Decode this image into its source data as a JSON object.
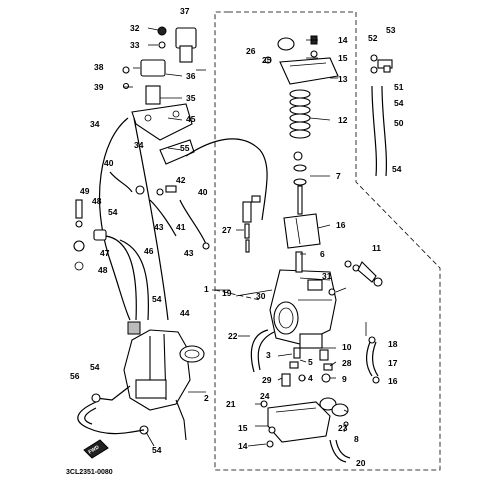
{
  "callouts": [
    {
      "id": "c32",
      "text": "32"
    },
    {
      "id": "c33",
      "text": "33"
    },
    {
      "id": "c37",
      "text": "37"
    },
    {
      "id": "c38",
      "text": "38"
    },
    {
      "id": "c39",
      "text": "39"
    },
    {
      "id": "c36",
      "text": "36"
    },
    {
      "id": "c35",
      "text": "35"
    },
    {
      "id": "c45",
      "text": "45"
    },
    {
      "id": "c34a",
      "text": "34"
    },
    {
      "id": "c34b",
      "text": "34"
    },
    {
      "id": "c55",
      "text": "55"
    },
    {
      "id": "c40a",
      "text": "40"
    },
    {
      "id": "c42",
      "text": "42"
    },
    {
      "id": "c40b",
      "text": "40"
    },
    {
      "id": "c49",
      "text": "49"
    },
    {
      "id": "c48",
      "text": "48"
    },
    {
      "id": "c54a",
      "text": "54"
    },
    {
      "id": "c43a",
      "text": "43"
    },
    {
      "id": "c41",
      "text": "41"
    },
    {
      "id": "c47",
      "text": "47"
    },
    {
      "id": "c46",
      "text": "46"
    },
    {
      "id": "c48b",
      "text": "48"
    },
    {
      "id": "c43b",
      "text": "43"
    },
    {
      "id": "c27",
      "text": "27"
    },
    {
      "id": "c26",
      "text": "26"
    },
    {
      "id": "c14a",
      "text": "14"
    },
    {
      "id": "c25",
      "text": "25"
    },
    {
      "id": "c15a",
      "text": "15"
    },
    {
      "id": "c13",
      "text": "13"
    },
    {
      "id": "c12",
      "text": "12"
    },
    {
      "id": "c7",
      "text": "7"
    },
    {
      "id": "c16",
      "text": "16"
    },
    {
      "id": "c53",
      "text": "53"
    },
    {
      "id": "c52",
      "text": "52"
    },
    {
      "id": "c51",
      "text": "51"
    },
    {
      "id": "c54b",
      "text": "54"
    },
    {
      "id": "c50",
      "text": "50"
    },
    {
      "id": "c54c",
      "text": "54"
    },
    {
      "id": "c6",
      "text": "6"
    },
    {
      "id": "c11",
      "text": "11"
    },
    {
      "id": "c31",
      "text": "31"
    },
    {
      "id": "c1",
      "text": "1"
    },
    {
      "id": "c19",
      "text": "19"
    },
    {
      "id": "c30",
      "text": "30"
    },
    {
      "id": "c54d",
      "text": "54"
    },
    {
      "id": "c44",
      "text": "44"
    },
    {
      "id": "c22",
      "text": "22"
    },
    {
      "id": "c18",
      "text": "18"
    },
    {
      "id": "c10",
      "text": "10"
    },
    {
      "id": "c3",
      "text": "3"
    },
    {
      "id": "c5",
      "text": "5"
    },
    {
      "id": "c28",
      "text": "28"
    },
    {
      "id": "c17",
      "text": "17"
    },
    {
      "id": "c29",
      "text": "29"
    },
    {
      "id": "c4",
      "text": "4"
    },
    {
      "id": "c9",
      "text": "9"
    },
    {
      "id": "c16b",
      "text": "16"
    },
    {
      "id": "c54e",
      "text": "54"
    },
    {
      "id": "c56",
      "text": "56"
    },
    {
      "id": "c2",
      "text": "2"
    },
    {
      "id": "c21",
      "text": "21"
    },
    {
      "id": "c24",
      "text": "24"
    },
    {
      "id": "c8",
      "text": "8"
    },
    {
      "id": "c23",
      "text": "23"
    },
    {
      "id": "c15b",
      "text": "15"
    },
    {
      "id": "c14b",
      "text": "14"
    },
    {
      "id": "c54f",
      "text": "54"
    },
    {
      "id": "c20",
      "text": "20"
    }
  ],
  "fwd_mark": "FWD",
  "drawing_code": "3CL2351-0080"
}
